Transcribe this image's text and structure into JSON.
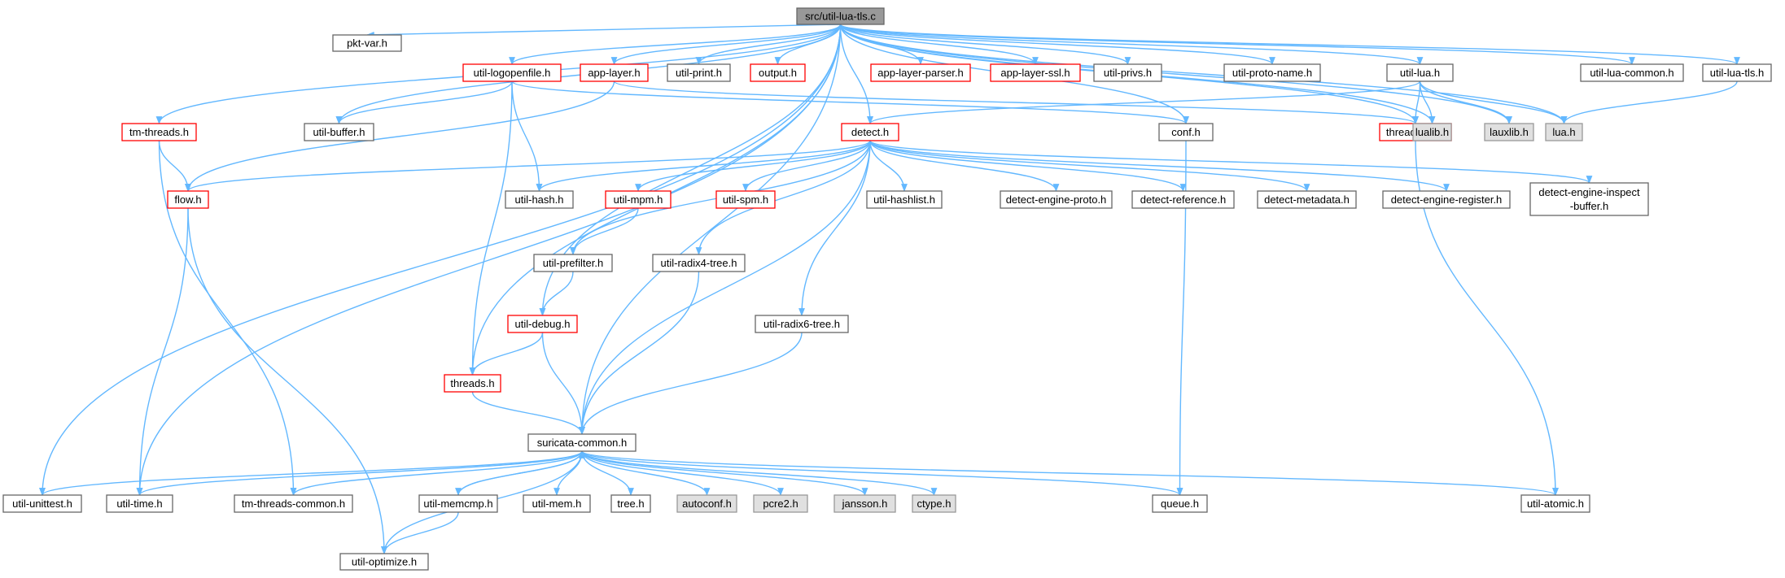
{
  "colors": {
    "edge": "#63b8ff",
    "normal_border": "#666666",
    "normal_fill": "#ffffff",
    "root_fill": "#999999",
    "root_border": "#666666",
    "incomplete_border": "#ff0000",
    "external_fill": "#e0e0e0",
    "external_border": "#999999"
  },
  "nodes": [
    {
      "id": "root",
      "label": "src/util-lua-tls.c",
      "kind": "root"
    },
    {
      "id": "pktvar",
      "label": "pkt-var.h",
      "kind": "normal"
    },
    {
      "id": "logopen",
      "label": "util-logopenfile.h",
      "kind": "incomplete"
    },
    {
      "id": "applayer",
      "label": "app-layer.h",
      "kind": "incomplete"
    },
    {
      "id": "utilprint",
      "label": "util-print.h",
      "kind": "normal"
    },
    {
      "id": "output",
      "label": "output.h",
      "kind": "incomplete"
    },
    {
      "id": "alparser",
      "label": "app-layer-parser.h",
      "kind": "incomplete"
    },
    {
      "id": "alssl",
      "label": "app-layer-ssl.h",
      "kind": "incomplete"
    },
    {
      "id": "privs",
      "label": "util-privs.h",
      "kind": "normal"
    },
    {
      "id": "protoname",
      "label": "util-proto-name.h",
      "kind": "normal"
    },
    {
      "id": "utillua",
      "label": "util-lua.h",
      "kind": "normal"
    },
    {
      "id": "luacommon",
      "label": "util-lua-common.h",
      "kind": "normal"
    },
    {
      "id": "luatls",
      "label": "util-lua-tls.h",
      "kind": "normal"
    },
    {
      "id": "tmthreads",
      "label": "tm-threads.h",
      "kind": "incomplete"
    },
    {
      "id": "buffer",
      "label": "util-buffer.h",
      "kind": "normal"
    },
    {
      "id": "detect",
      "label": "detect.h",
      "kind": "incomplete"
    },
    {
      "id": "conf",
      "label": "conf.h",
      "kind": "normal"
    },
    {
      "id": "threadvars",
      "label": "threadvars.h",
      "kind": "incomplete"
    },
    {
      "id": "lualib",
      "label": "lualib.h",
      "kind": "external"
    },
    {
      "id": "lauxlib",
      "label": "lauxlib.h",
      "kind": "external"
    },
    {
      "id": "lua",
      "label": "lua.h",
      "kind": "external"
    },
    {
      "id": "flow",
      "label": "flow.h",
      "kind": "incomplete"
    },
    {
      "id": "hash",
      "label": "util-hash.h",
      "kind": "normal"
    },
    {
      "id": "mpm",
      "label": "util-mpm.h",
      "kind": "incomplete"
    },
    {
      "id": "spm",
      "label": "util-spm.h",
      "kind": "incomplete"
    },
    {
      "id": "hashlist",
      "label": "util-hashlist.h",
      "kind": "normal"
    },
    {
      "id": "deproto",
      "label": "detect-engine-proto.h",
      "kind": "normal"
    },
    {
      "id": "dref",
      "label": "detect-reference.h",
      "kind": "normal"
    },
    {
      "id": "dmeta",
      "label": "detect-metadata.h",
      "kind": "normal"
    },
    {
      "id": "dereg",
      "label": "detect-engine-register.h",
      "kind": "normal"
    },
    {
      "id": "deinsp",
      "label": "detect-engine-inspect-buffer.h",
      "lines": [
        "detect-engine-inspect",
        "-buffer.h"
      ],
      "kind": "normal"
    },
    {
      "id": "prefilter",
      "label": "util-prefilter.h",
      "kind": "normal"
    },
    {
      "id": "radix4",
      "label": "util-radix4-tree.h",
      "kind": "normal"
    },
    {
      "id": "debug",
      "label": "util-debug.h",
      "kind": "incomplete"
    },
    {
      "id": "radix6",
      "label": "util-radix6-tree.h",
      "kind": "normal"
    },
    {
      "id": "threads",
      "label": "threads.h",
      "kind": "incomplete"
    },
    {
      "id": "common",
      "label": "suricata-common.h",
      "kind": "normal"
    },
    {
      "id": "unittest",
      "label": "util-unittest.h",
      "kind": "normal"
    },
    {
      "id": "utime",
      "label": "util-time.h",
      "kind": "normal"
    },
    {
      "id": "tmcommon",
      "label": "tm-threads-common.h",
      "kind": "normal"
    },
    {
      "id": "memcmp",
      "label": "util-memcmp.h",
      "kind": "normal"
    },
    {
      "id": "mem",
      "label": "util-mem.h",
      "kind": "normal"
    },
    {
      "id": "tree",
      "label": "tree.h",
      "kind": "normal"
    },
    {
      "id": "autoconf",
      "label": "autoconf.h",
      "kind": "external"
    },
    {
      "id": "pcre2",
      "label": "pcre2.h",
      "kind": "external"
    },
    {
      "id": "jansson",
      "label": "jansson.h",
      "kind": "external"
    },
    {
      "id": "ctype",
      "label": "ctype.h",
      "kind": "external"
    },
    {
      "id": "queue",
      "label": "queue.h",
      "kind": "normal"
    },
    {
      "id": "atomic",
      "label": "util-atomic.h",
      "kind": "normal"
    },
    {
      "id": "optimize",
      "label": "util-optimize.h",
      "kind": "normal"
    }
  ],
  "edges": [
    [
      "root",
      "pktvar"
    ],
    [
      "root",
      "logopen"
    ],
    [
      "root",
      "applayer"
    ],
    [
      "root",
      "utilprint"
    ],
    [
      "root",
      "output"
    ],
    [
      "root",
      "alparser"
    ],
    [
      "root",
      "alssl"
    ],
    [
      "root",
      "privs"
    ],
    [
      "root",
      "protoname"
    ],
    [
      "root",
      "utillua"
    ],
    [
      "root",
      "luacommon"
    ],
    [
      "root",
      "luatls"
    ],
    [
      "root",
      "tmthreads"
    ],
    [
      "root",
      "buffer"
    ],
    [
      "root",
      "detect"
    ],
    [
      "root",
      "conf"
    ],
    [
      "root",
      "threadvars"
    ],
    [
      "root",
      "lualib"
    ],
    [
      "root",
      "lauxlib"
    ],
    [
      "root",
      "lua"
    ],
    [
      "root",
      "debug"
    ],
    [
      "root",
      "threads"
    ],
    [
      "root",
      "common"
    ],
    [
      "root",
      "unittest"
    ],
    [
      "root",
      "utime"
    ],
    [
      "logopen",
      "buffer"
    ],
    [
      "logopen",
      "hash"
    ],
    [
      "logopen",
      "threads"
    ],
    [
      "logopen",
      "conf"
    ],
    [
      "applayer",
      "flow"
    ],
    [
      "applayer",
      "threadvars"
    ],
    [
      "utillua",
      "detect"
    ],
    [
      "utillua",
      "threadvars"
    ],
    [
      "utillua",
      "lualib"
    ],
    [
      "utillua",
      "lauxlib"
    ],
    [
      "utillua",
      "lua"
    ],
    [
      "luatls",
      "lua"
    ],
    [
      "tmthreads",
      "flow"
    ],
    [
      "tmthreads",
      "tmcommon"
    ],
    [
      "detect",
      "flow"
    ],
    [
      "detect",
      "hash"
    ],
    [
      "detect",
      "mpm"
    ],
    [
      "detect",
      "spm"
    ],
    [
      "detect",
      "hashlist"
    ],
    [
      "detect",
      "deproto"
    ],
    [
      "detect",
      "dref"
    ],
    [
      "detect",
      "dmeta"
    ],
    [
      "detect",
      "dereg"
    ],
    [
      "detect",
      "deinsp"
    ],
    [
      "detect",
      "prefilter"
    ],
    [
      "detect",
      "radix4"
    ],
    [
      "detect",
      "radix6"
    ],
    [
      "detect",
      "common"
    ],
    [
      "conf",
      "queue"
    ],
    [
      "threadvars",
      "atomic"
    ],
    [
      "flow",
      "utime"
    ],
    [
      "flow",
      "optimize"
    ],
    [
      "mpm",
      "prefilter"
    ],
    [
      "prefilter",
      "debug"
    ],
    [
      "radix4",
      "common"
    ],
    [
      "radix6",
      "common"
    ],
    [
      "debug",
      "threads"
    ],
    [
      "debug",
      "common"
    ],
    [
      "threads",
      "common"
    ],
    [
      "common",
      "unittest"
    ],
    [
      "common",
      "utime"
    ],
    [
      "common",
      "tmcommon"
    ],
    [
      "common",
      "memcmp"
    ],
    [
      "common",
      "mem"
    ],
    [
      "common",
      "tree"
    ],
    [
      "common",
      "autoconf"
    ],
    [
      "common",
      "pcre2"
    ],
    [
      "common",
      "jansson"
    ],
    [
      "common",
      "ctype"
    ],
    [
      "common",
      "queue"
    ],
    [
      "common",
      "atomic"
    ],
    [
      "common",
      "optimize"
    ],
    [
      "memcmp",
      "common"
    ],
    [
      "memcmp",
      "optimize"
    ]
  ]
}
